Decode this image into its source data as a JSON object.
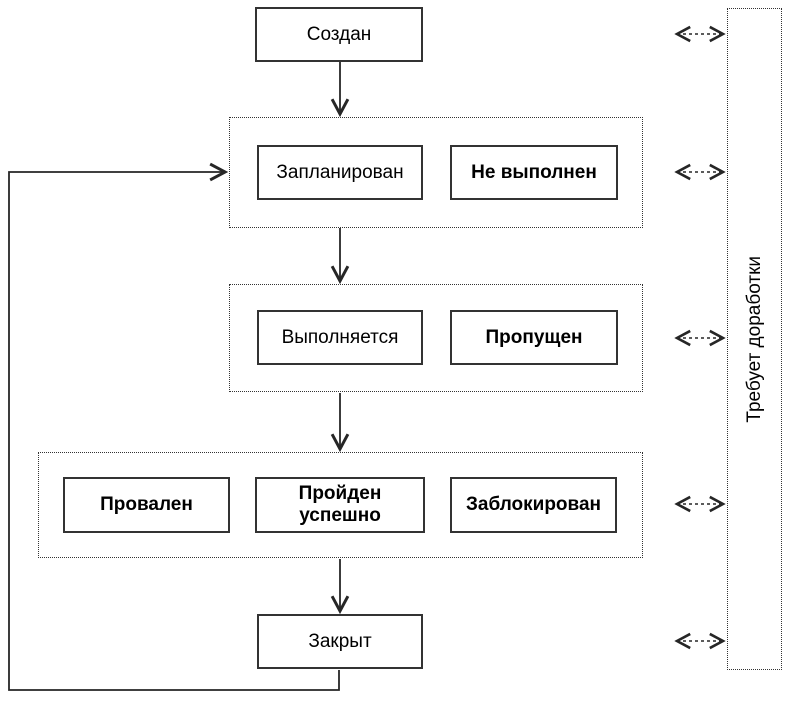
{
  "diagram": {
    "nodes": {
      "created": {
        "label": "Создан",
        "emphasis": false
      },
      "planned": {
        "label": "Запланирован",
        "emphasis": false
      },
      "not_executed": {
        "label": "Не выполнен",
        "emphasis": true
      },
      "in_progress": {
        "label": "Выполняется",
        "emphasis": false
      },
      "skipped": {
        "label": "Пропущен",
        "emphasis": true
      },
      "failed": {
        "label": "Провален",
        "emphasis": true
      },
      "passed": {
        "label": "Пройден успешно",
        "emphasis": true
      },
      "blocked": {
        "label": "Заблокирован",
        "emphasis": true
      },
      "closed": {
        "label": "Закрыт",
        "emphasis": false
      }
    },
    "groups": [
      {
        "members": [
          "planned",
          "not_executed"
        ]
      },
      {
        "members": [
          "in_progress",
          "skipped"
        ]
      },
      {
        "members": [
          "failed",
          "passed",
          "blocked"
        ]
      }
    ],
    "side_panel": {
      "label": "Требует доработки"
    },
    "edges": [
      {
        "from": "created",
        "to": "group-1",
        "style": "solid-arrow"
      },
      {
        "from": "group-1",
        "to": "group-2",
        "style": "solid-arrow"
      },
      {
        "from": "group-2",
        "to": "group-3",
        "style": "solid-arrow"
      },
      {
        "from": "group-3",
        "to": "closed",
        "style": "solid-arrow"
      },
      {
        "from": "closed",
        "to": "group-1",
        "style": "solid-arrow-loop"
      },
      {
        "from": "created",
        "to": "side_panel",
        "style": "dashed-double-arrow"
      },
      {
        "from": "group-1",
        "to": "side_panel",
        "style": "dashed-double-arrow"
      },
      {
        "from": "group-2",
        "to": "side_panel",
        "style": "dashed-double-arrow"
      },
      {
        "from": "group-3",
        "to": "side_panel",
        "style": "dashed-double-arrow"
      },
      {
        "from": "closed",
        "to": "side_panel",
        "style": "dashed-double-arrow"
      }
    ],
    "colors": {
      "line": "#262626",
      "border": "#333333",
      "background": "#ffffff",
      "text": "#000000"
    }
  }
}
